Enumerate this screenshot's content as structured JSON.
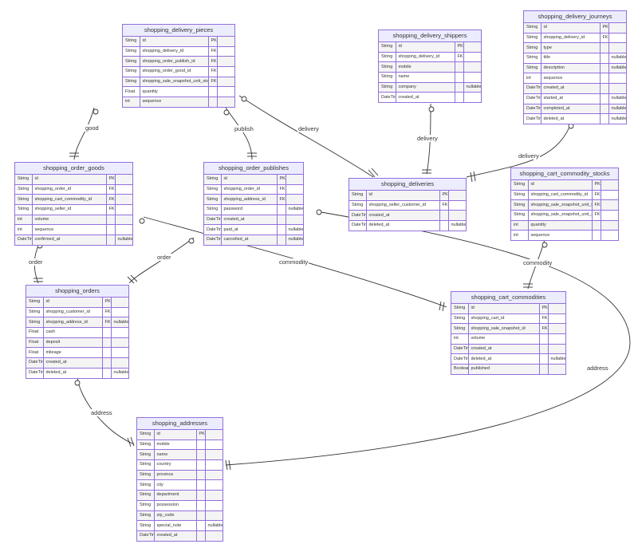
{
  "entities": [
    {
      "id": "pieces",
      "title": "shopping_delivery_pieces",
      "attrs": [
        [
          "String",
          "id",
          "PK",
          ""
        ],
        [
          "String",
          "shopping_delivery_id",
          "FK",
          ""
        ],
        [
          "String",
          "shopping_order_publish_id",
          "FK",
          ""
        ],
        [
          "String",
          "shopping_order_good_id",
          "FK",
          ""
        ],
        [
          "String",
          "shopping_sale_snapshot_unit_stock_id",
          "FK",
          ""
        ],
        [
          "Float",
          "quantity",
          "",
          ""
        ],
        [
          "int",
          "sequence",
          "",
          ""
        ]
      ]
    },
    {
      "id": "shippers",
      "title": "shopping_delivery_shippers",
      "attrs": [
        [
          "String",
          "id",
          "PK",
          ""
        ],
        [
          "String",
          "shopping_delivery_id",
          "FK",
          ""
        ],
        [
          "String",
          "mobile",
          "",
          ""
        ],
        [
          "String",
          "name",
          "",
          ""
        ],
        [
          "String",
          "company",
          "",
          "nullable"
        ],
        [
          "DateTime",
          "created_at",
          "",
          ""
        ]
      ]
    },
    {
      "id": "journeys",
      "title": "shopping_delivery_journeys",
      "attrs": [
        [
          "String",
          "id",
          "PK",
          ""
        ],
        [
          "String",
          "shopping_delivery_id",
          "FK",
          ""
        ],
        [
          "String",
          "type",
          "",
          ""
        ],
        [
          "String",
          "title",
          "",
          "nullable"
        ],
        [
          "String",
          "description",
          "",
          "nullable"
        ],
        [
          "int",
          "sequence",
          "",
          ""
        ],
        [
          "DateTime",
          "created_at",
          "",
          ""
        ],
        [
          "DateTime",
          "started_at",
          "",
          "nullable"
        ],
        [
          "DateTime",
          "completed_at",
          "",
          "nullable"
        ],
        [
          "DateTime",
          "deleted_at",
          "",
          "nullable"
        ]
      ]
    },
    {
      "id": "goods",
      "title": "shopping_order_goods",
      "attrs": [
        [
          "String",
          "id",
          "PK",
          ""
        ],
        [
          "String",
          "shopping_order_id",
          "FK",
          ""
        ],
        [
          "String",
          "shopping_cart_commodity_id",
          "FK",
          ""
        ],
        [
          "String",
          "shopping_seller_id",
          "FK",
          ""
        ],
        [
          "int",
          "volume",
          "",
          ""
        ],
        [
          "int",
          "sequence",
          "",
          ""
        ],
        [
          "DateTime",
          "confirmed_at",
          "",
          "nullable"
        ]
      ]
    },
    {
      "id": "publishes",
      "title": "shopping_order_publishes",
      "attrs": [
        [
          "String",
          "id",
          "PK",
          ""
        ],
        [
          "String",
          "shopping_order_id",
          "FK",
          ""
        ],
        [
          "String",
          "shopping_address_id",
          "FK",
          ""
        ],
        [
          "String",
          "password",
          "",
          "nullable"
        ],
        [
          "DateTime",
          "created_at",
          "",
          ""
        ],
        [
          "DateTime",
          "paid_at",
          "",
          "nullable"
        ],
        [
          "DateTime",
          "cancelled_at",
          "",
          "nullable"
        ]
      ]
    },
    {
      "id": "deliveries",
      "title": "shopping_deliveries",
      "attrs": [
        [
          "String",
          "id",
          "PK",
          ""
        ],
        [
          "String",
          "shopping_seller_customer_id",
          "FK",
          ""
        ],
        [
          "DateTime",
          "created_at",
          "",
          ""
        ],
        [
          "DateTime",
          "deleted_at",
          "",
          "nullable"
        ]
      ]
    },
    {
      "id": "stocks",
      "title": "shopping_cart_commodity_stocks",
      "attrs": [
        [
          "String",
          "id",
          "PK",
          ""
        ],
        [
          "String",
          "shopping_cart_commodity_id",
          "FK",
          ""
        ],
        [
          "String",
          "shopping_sale_snapshot_unit_id",
          "FK",
          ""
        ],
        [
          "String",
          "shopping_sale_snapshot_unit_stock_id",
          "FK",
          ""
        ],
        [
          "int",
          "quantity",
          "",
          ""
        ],
        [
          "int",
          "sequence",
          "",
          ""
        ]
      ]
    },
    {
      "id": "orders",
      "title": "shopping_orders",
      "attrs": [
        [
          "String",
          "id",
          "PK",
          ""
        ],
        [
          "String",
          "shopping_customer_id",
          "FK",
          ""
        ],
        [
          "String",
          "shopping_address_id",
          "FK",
          "nullable"
        ],
        [
          "Float",
          "cash",
          "",
          ""
        ],
        [
          "Float",
          "deposit",
          "",
          ""
        ],
        [
          "Float",
          "mileage",
          "",
          ""
        ],
        [
          "DateTime",
          "created_at",
          "",
          ""
        ],
        [
          "DateTime",
          "deleted_at",
          "",
          "nullable"
        ]
      ]
    },
    {
      "id": "commodities",
      "title": "shopping_cart_commodities",
      "attrs": [
        [
          "String",
          "id",
          "PK",
          ""
        ],
        [
          "String",
          "shopping_cart_id",
          "FK",
          ""
        ],
        [
          "String",
          "shopping_sale_snapshot_id",
          "FK",
          ""
        ],
        [
          "int",
          "volume",
          "",
          ""
        ],
        [
          "DateTime",
          "created_at",
          "",
          ""
        ],
        [
          "DateTime",
          "deleted_at",
          "",
          "nullable"
        ],
        [
          "Boolean",
          "published",
          "",
          ""
        ]
      ]
    },
    {
      "id": "addresses",
      "title": "shopping_addresses",
      "attrs": [
        [
          "String",
          "id",
          "PK",
          ""
        ],
        [
          "String",
          "mobile",
          "",
          ""
        ],
        [
          "String",
          "name",
          "",
          ""
        ],
        [
          "String",
          "country",
          "",
          ""
        ],
        [
          "String",
          "province",
          "",
          ""
        ],
        [
          "String",
          "city",
          "",
          ""
        ],
        [
          "String",
          "department",
          "",
          ""
        ],
        [
          "String",
          "possession",
          "",
          ""
        ],
        [
          "String",
          "zip_code",
          "",
          ""
        ],
        [
          "String",
          "special_note",
          "",
          "nullable"
        ],
        [
          "DateTime",
          "created_at",
          "",
          ""
        ]
      ]
    }
  ],
  "relations": [
    {
      "id": "good",
      "label": "good"
    },
    {
      "id": "publish",
      "label": "publish"
    },
    {
      "id": "delivery_pieces",
      "label": "delivery"
    },
    {
      "id": "delivery_shippers",
      "label": "delivery"
    },
    {
      "id": "delivery_journeys",
      "label": "delivery"
    },
    {
      "id": "order_goods",
      "label": "order"
    },
    {
      "id": "order_publishes",
      "label": "order"
    },
    {
      "id": "commodity_goods",
      "label": "commodity"
    },
    {
      "id": "commodity_stocks",
      "label": "commodity"
    },
    {
      "id": "address_orders",
      "label": "address"
    },
    {
      "id": "address_publishes",
      "label": "address"
    }
  ]
}
